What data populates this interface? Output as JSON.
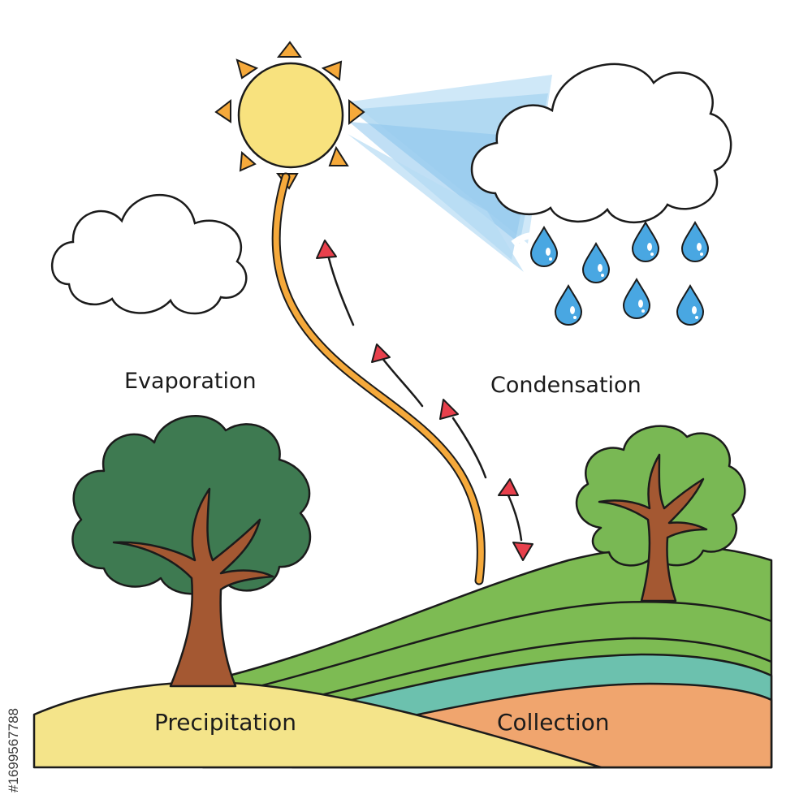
{
  "labels": {
    "evaporation": "Evaporation",
    "condensation": "Condensation",
    "precipitation": "Precipitation",
    "collection": "Collection"
  },
  "watermark": "#1699567788",
  "colors": {
    "sun": "#F8E27E",
    "sun_rays": "#F5A93B",
    "light_beam": "#A9D4F0",
    "rain_drop": "#49A7E2",
    "arrow": "#E8404C",
    "tree_dark": "#3E7A51",
    "tree_light": "#79B854",
    "trunk": "#A45832",
    "hill_green": "#7DBB53",
    "water_layer": "#6CC1AE",
    "soil": "#F0A56E",
    "sand": "#F4E48A",
    "outline": "#1b1b1b"
  },
  "icons": [
    "sun-icon",
    "cloud-icon",
    "rain-drop-icon",
    "tree-icon",
    "arrow-icon"
  ]
}
